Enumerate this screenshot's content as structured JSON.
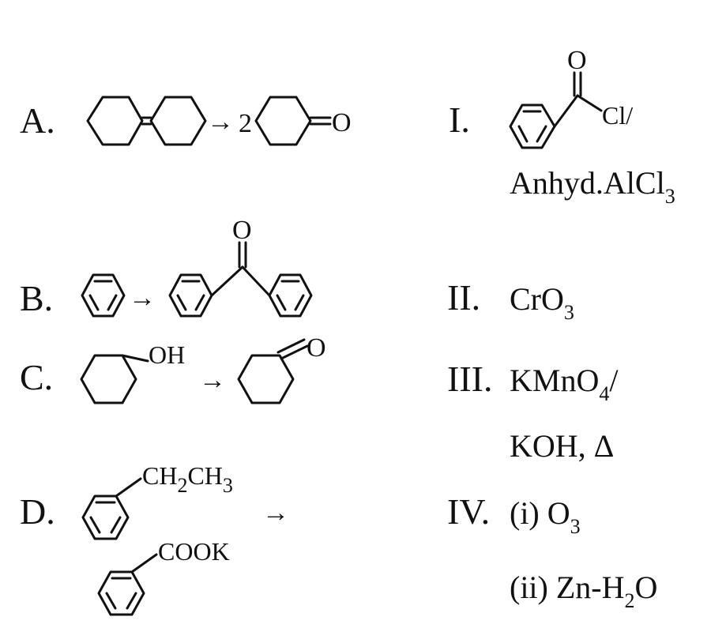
{
  "left_column": {
    "A": {
      "label": "A.",
      "arrow": "→",
      "coef": "2",
      "ketone_O": "O"
    },
    "B": {
      "label": "B.",
      "arrow": "→",
      "carbonyl_O": "O"
    },
    "C": {
      "label": "C.",
      "substituent": "OH",
      "arrow": "→",
      "carbonyl_O": "O"
    },
    "D": {
      "label": "D.",
      "substituent_ch": "CH",
      "substituent_sub2": "2",
      "substituent_ch3": "CH",
      "substituent_sub3": "3",
      "arrow": "→",
      "product_substituent": "COOK"
    }
  },
  "right_column": {
    "I": {
      "label": "I.",
      "carbonyl_O": "O",
      "cl_suffix": "Cl/",
      "line2_main": "Anhyd.AlCl",
      "line2_sub": "3"
    },
    "II": {
      "label": "II.",
      "reagent_main": "CrO",
      "reagent_sub": "3"
    },
    "III": {
      "label": "III.",
      "line1_main": "KMnO",
      "line1_sub": "4",
      "line1_suffix": "/",
      "line2": "KOH, Δ"
    },
    "IV": {
      "label": "IV.",
      "line1_prefix": "(i) O",
      "line1_sub": "3",
      "line2_prefix": "(ii) Zn-H",
      "line2_sub": "2",
      "line2_suffix": "O"
    }
  }
}
